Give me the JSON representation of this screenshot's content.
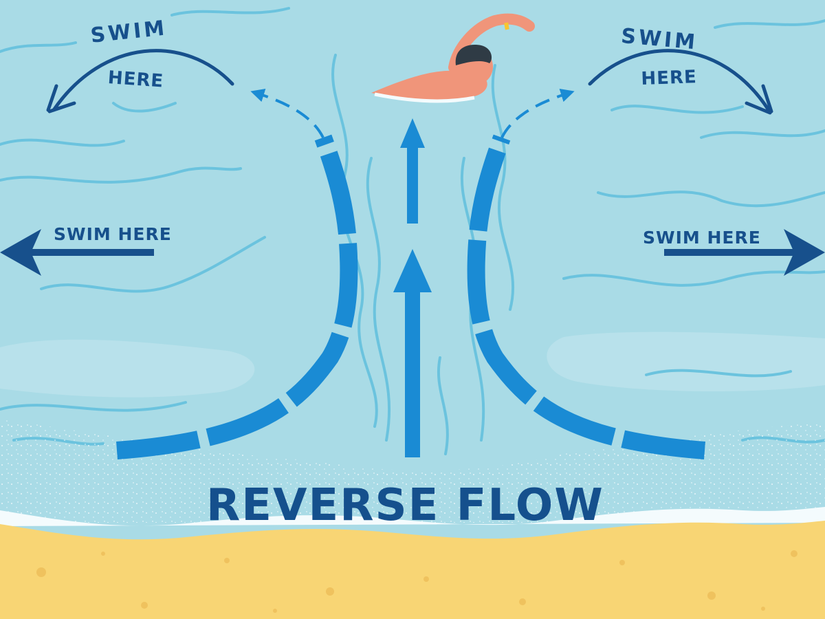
{
  "labels": {
    "swim_top_left": "SWIM",
    "here_top_left": "HERE",
    "swim_top_right": "SWIM",
    "here_top_right": "HERE",
    "swim_here_left": "SWIM HERE",
    "swim_here_right": "SWIM HERE"
  },
  "title": "REVERSE FLOW",
  "colors": {
    "water": "#a9dbe6",
    "wave_line": "#6bc3de",
    "current_arrow": "#1a8bd4",
    "swim_arrow": "#17508c",
    "label_text": "#17508c",
    "sand": "#f8d574",
    "swimmer_skin": "#f0957a"
  }
}
